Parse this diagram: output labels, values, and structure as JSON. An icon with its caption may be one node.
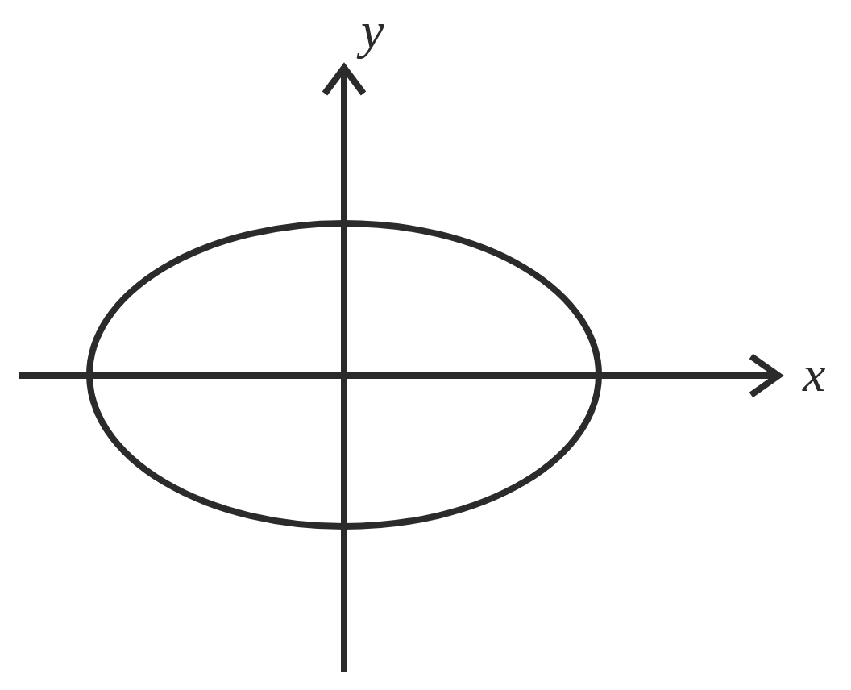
{
  "diagram": {
    "nodes": [
      {
        "text": [],
        "shape": "ellipse"
      }
    ],
    "labels": [
      "y",
      "x"
    ]
  }
}
